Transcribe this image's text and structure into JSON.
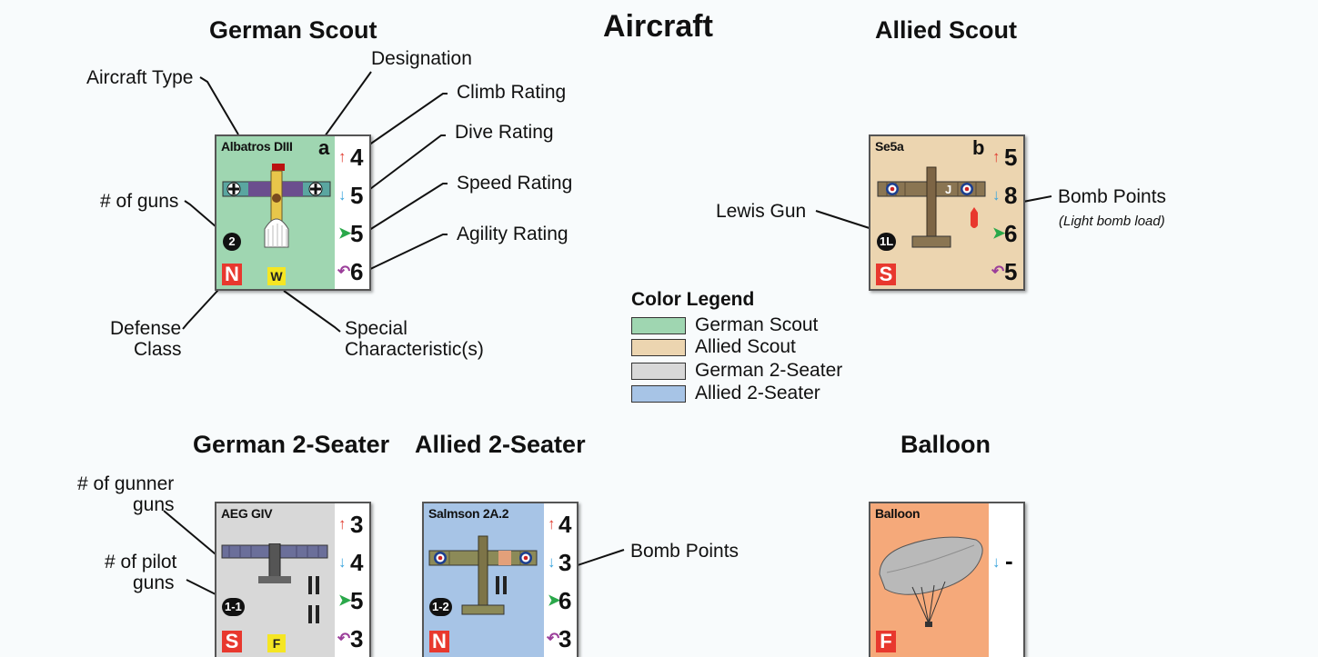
{
  "colors": {
    "german_scout": "#9fd6b1",
    "allied_scout": "#ecd5b0",
    "german_2seater": "#d8d8d8",
    "allied_2seater": "#a7c4e6",
    "balloon": "#f5a97a",
    "defense_red": "#e8382e",
    "special_yellow": "#f5e623",
    "climb_arrow": "#e03a2e",
    "dive_arrow": "#3aa4dc",
    "speed_arrow": "#2aa84a",
    "agility_arrow": "#9b3e9a"
  },
  "titles": {
    "main": "Aircraft",
    "german_scout": "German Scout",
    "allied_scout": "Allied Scout",
    "german_2seater": "German 2-Seater",
    "allied_2seater": "Allied 2-Seater",
    "balloon": "Balloon"
  },
  "callouts": {
    "aircraft_type": "Aircraft Type",
    "designation": "Designation",
    "climb": "Climb Rating",
    "dive": "Dive Rating",
    "speed": "Speed Rating",
    "agility": "Agility Rating",
    "guns": "# of guns",
    "defense_1": "Defense",
    "defense_2": "Class",
    "special_1": "Special",
    "special_2": "Characteristic(s)",
    "lewis": "Lewis Gun",
    "bomb_points": "Bomb Points",
    "bomb_light": "(Light bomb load)",
    "gunner_1": "# of gunner",
    "gunner_2": "guns",
    "pilot_1": "# of pilot",
    "pilot_2": "guns",
    "bomb_points_2": "Bomb Points"
  },
  "icons": {
    "climb": "arrow-up-icon",
    "dive": "arrow-down-icon",
    "speed": "arrow-right-icon",
    "agility": "loop-arrow-icon"
  },
  "counters": {
    "albatros": {
      "name": "Albatros DIII",
      "designation": "a",
      "climb": "4",
      "dive": "5",
      "speed": "5",
      "agility": "6",
      "guns": "2",
      "defense": "N",
      "special": "W"
    },
    "se5a": {
      "name": "Se5a",
      "designation": "b",
      "climb": "5",
      "dive": "8",
      "speed": "6",
      "agility": "5",
      "guns": "1L",
      "defense": "S"
    },
    "aeg": {
      "name": "AEG GIV",
      "climb": "3",
      "dive": "4",
      "speed": "5",
      "agility": "3",
      "guns": "1-1",
      "defense": "S",
      "special": "F"
    },
    "salmson": {
      "name": "Salmson 2A.2",
      "climb": "4",
      "dive": "3",
      "speed": "6",
      "agility": "3",
      "guns": "1-2",
      "defense": "N"
    },
    "balloon": {
      "name": "Balloon",
      "dive": "-",
      "defense": "F"
    }
  },
  "legend": {
    "title": "Color Legend",
    "items": [
      {
        "label": "German Scout",
        "color": "#9fd6b1"
      },
      {
        "label": "Allied Scout",
        "color": "#ecd5b0"
      },
      {
        "label": "German 2-Seater",
        "color": "#d8d8d8"
      },
      {
        "label": "Allied 2-Seater",
        "color": "#a7c4e6"
      }
    ]
  }
}
